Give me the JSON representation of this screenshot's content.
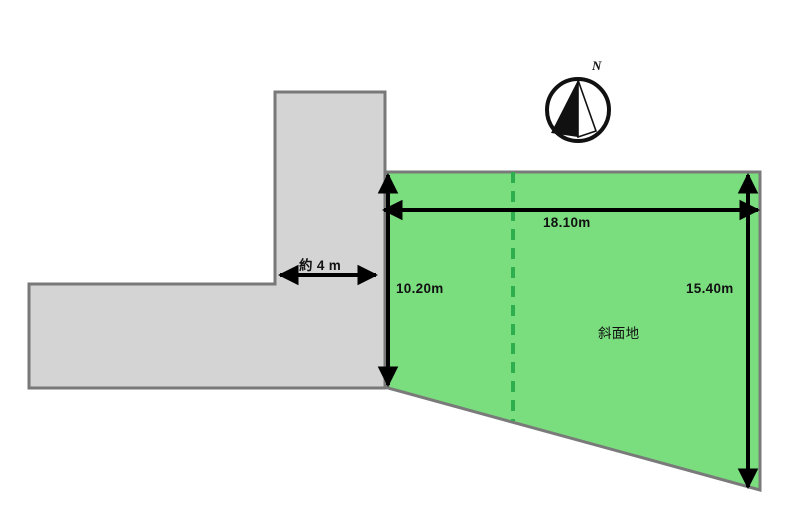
{
  "diagram": {
    "title": "Land plot survey diagram",
    "colors": {
      "lot_fill": "#7ADE7E",
      "lot_stroke": "#7a7a7a",
      "road_fill": "#D4D4D4",
      "road_stroke": "#787878",
      "dimension_line": "#000000",
      "dashed_divider": "#2FAE4F",
      "background": "#FFFFFF"
    },
    "lot": {
      "fill_label": "green-lot",
      "note": "斜面地",
      "dimensions": {
        "top_width": "18.10m",
        "left_depth": "10.20m",
        "right_depth": "15.40m"
      }
    },
    "road": {
      "fill_label": "gray-road",
      "dimensions": {
        "frontage_width": "約 4 m"
      }
    },
    "compass": {
      "north_label": "N",
      "icon": "compass-north-icon"
    },
    "dimension_labels": [
      {
        "name": "top-width",
        "value": "18.10m"
      },
      {
        "name": "left-depth",
        "value": "10.20m"
      },
      {
        "name": "right-depth",
        "value": "15.40m"
      },
      {
        "name": "road-width",
        "value": "約 4 m"
      }
    ],
    "annotations": [
      {
        "name": "slope-area-note",
        "value": "斜面地"
      }
    ]
  }
}
